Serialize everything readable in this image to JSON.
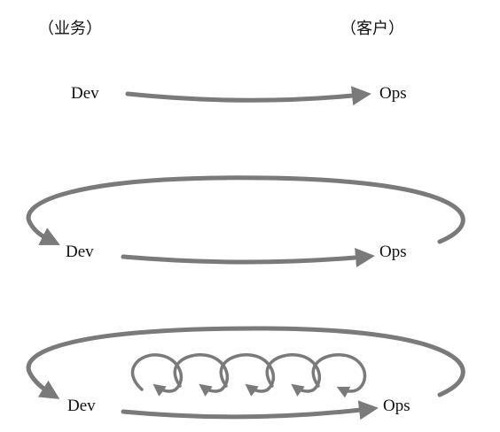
{
  "headers": {
    "business": "（业务）",
    "customer": "（客户）"
  },
  "rows": [
    {
      "dev": "Dev",
      "ops": "Ops"
    },
    {
      "dev": "Dev",
      "ops": "Ops"
    },
    {
      "dev": "Dev",
      "ops": "Ops"
    }
  ],
  "colors": {
    "arrow": "#7a7a7a",
    "text": "#111111",
    "background": "#ffffff"
  }
}
